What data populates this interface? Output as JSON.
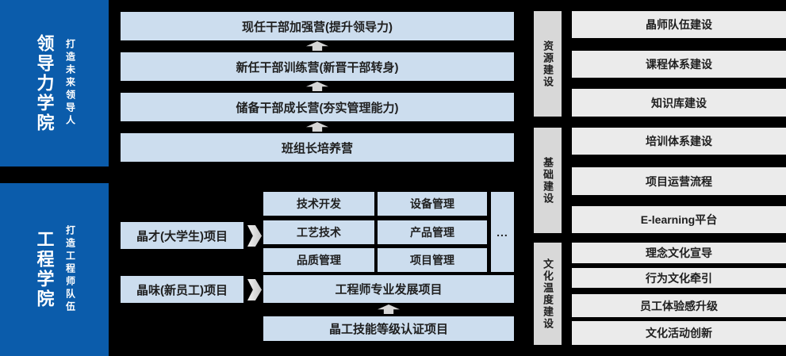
{
  "colors": {
    "background": "#000000",
    "academy_blue": "#0b5cab",
    "box_blue": "#ccddee",
    "box_gray": "#ebebeb",
    "bar_gray": "#d8d8d8",
    "arrow_gray": "#d6d6d6",
    "text_dark": "#1f1f1f",
    "text_white": "#ffffff"
  },
  "leadership_academy": {
    "title": "领导力学院",
    "subtitle": "打造未来领导人",
    "camps": [
      "现任干部加强营(提升领导力)",
      "新任干部训练营(新晋干部转身)",
      "储备干部成长营(夯实管理能力)",
      "班组长培养营"
    ]
  },
  "engineering_academy": {
    "title": "工程学院",
    "subtitle": "打造工程师队伍",
    "projects": [
      "晶才(大学生)项目",
      "晶味(新员工)项目"
    ],
    "tracks": [
      "技术开发",
      "设备管理",
      "工艺技术",
      "产品管理",
      "品质管理",
      "项目管理"
    ],
    "more": "...",
    "development_project": "工程师专业发展项目",
    "certification_project": "晶工技能等级认证项目"
  },
  "pillars": [
    {
      "label": "资源建设",
      "items": [
        "晶师队伍建设",
        "课程体系建设",
        "知识库建设"
      ]
    },
    {
      "label": "基础建设",
      "items": [
        "培训体系建设",
        "项目运营流程",
        "E-learning平台"
      ]
    },
    {
      "label": "文化温度建设",
      "items": [
        "理念文化宣导",
        "行为文化牵引",
        "员工体验感升级",
        "文化活动创新"
      ]
    }
  ]
}
